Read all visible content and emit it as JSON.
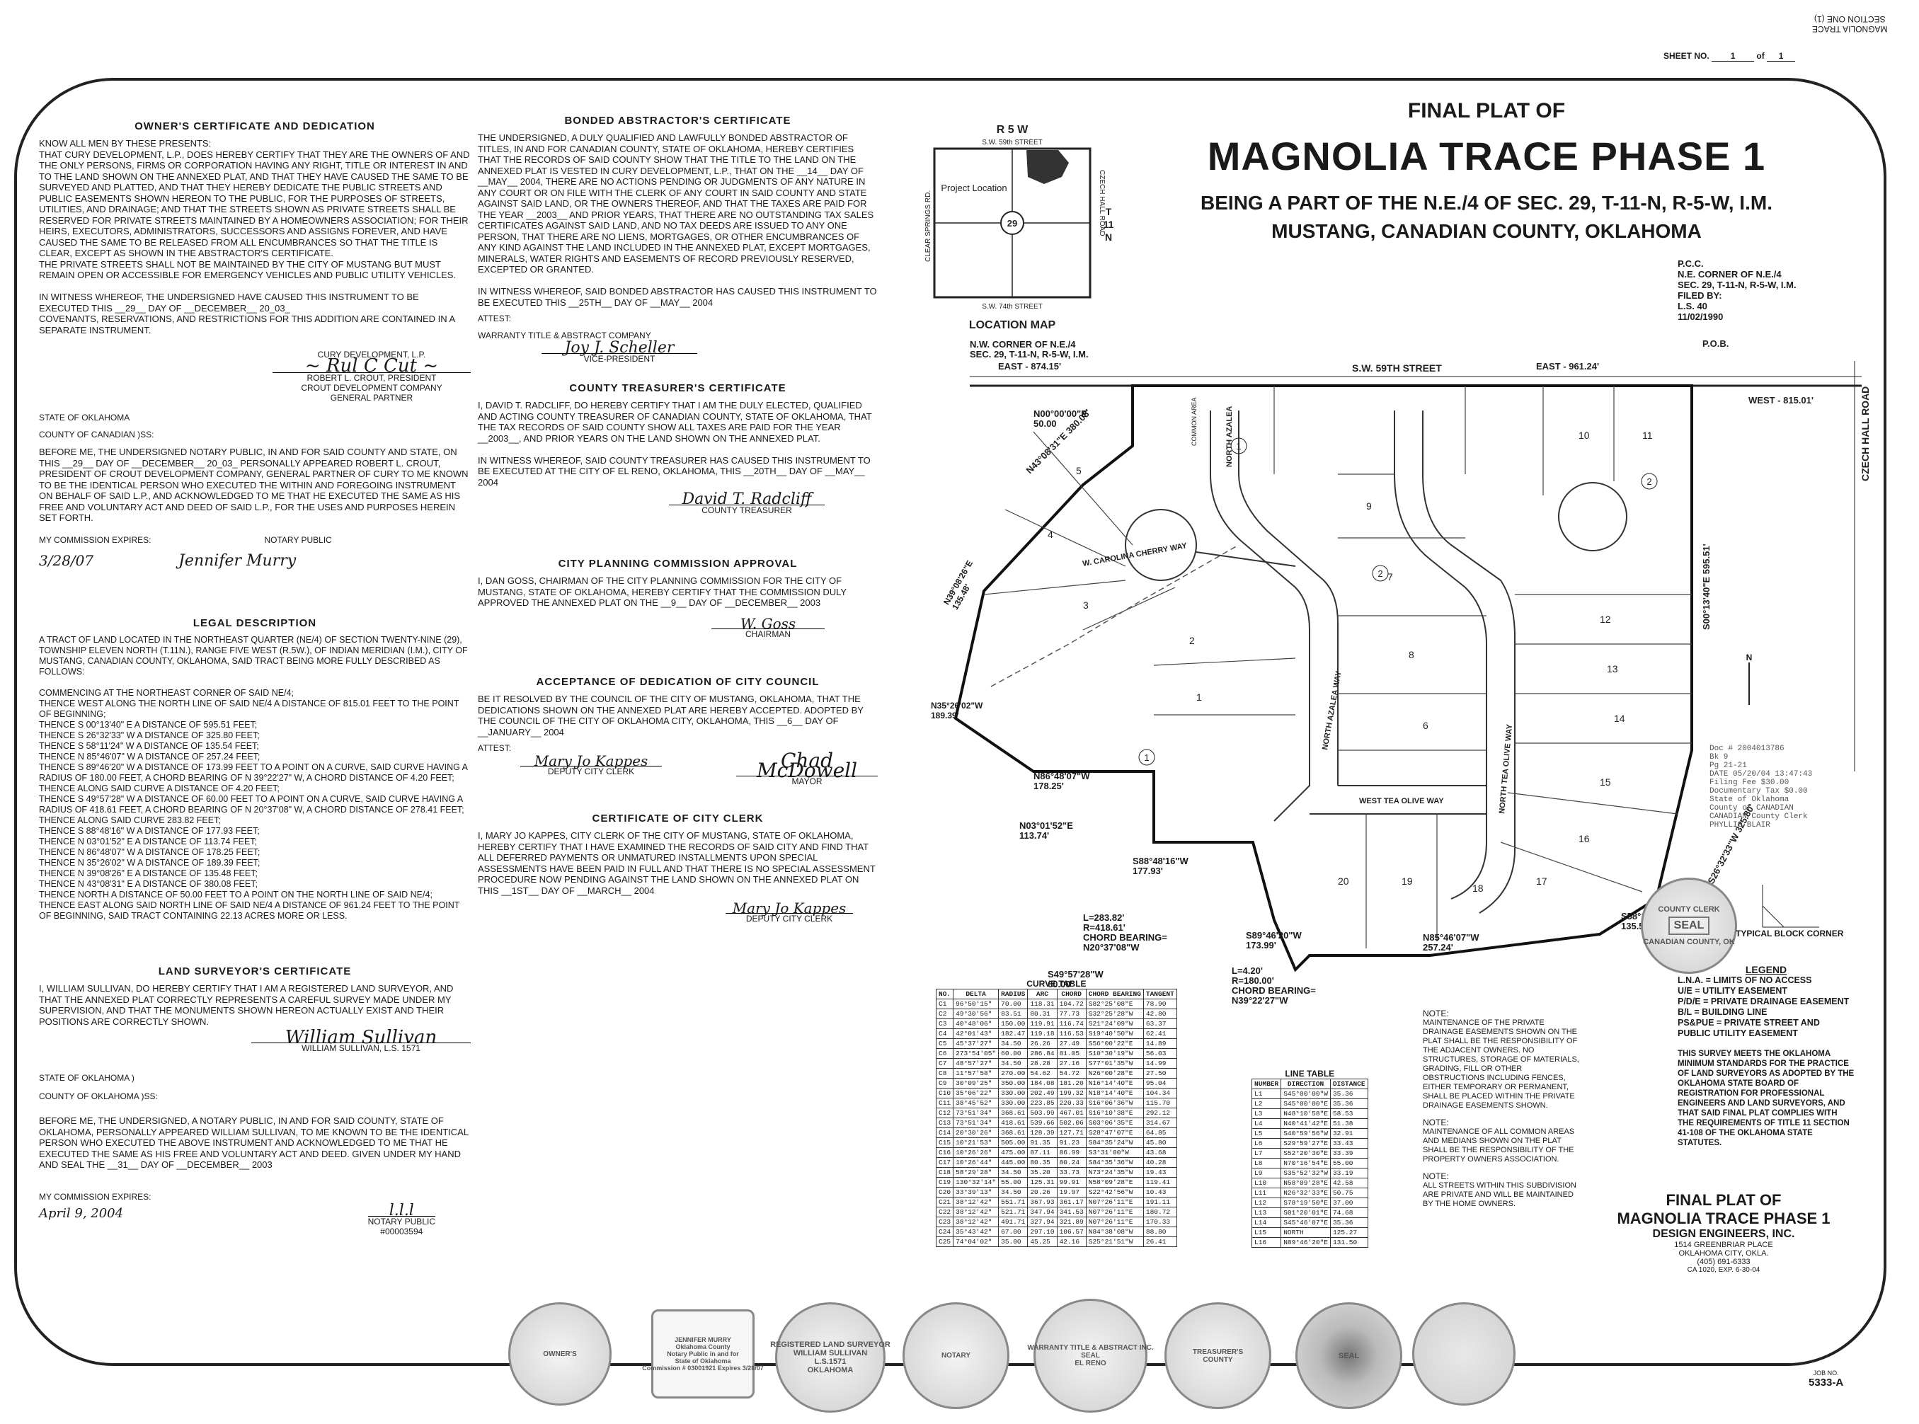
{
  "top_right": {
    "mirror_line1": "MAGNOLIA TRACE",
    "mirror_line2": "SECTION ONE (1)",
    "sheet_label": "SHEET NO.",
    "sheet_no": "1",
    "of_label": "of",
    "sheet_total": "1"
  },
  "title": {
    "final_plat_of": "FINAL PLAT OF",
    "name": "MAGNOLIA TRACE PHASE 1",
    "line1": "BEING A PART OF THE N.E./4 OF SEC. 29, T-11-N, R-5-W, I.M.",
    "line2": "MUSTANG, CANADIAN COUNTY, OKLAHOMA"
  },
  "owner": {
    "title": "OWNER'S CERTIFICATE AND DEDICATION",
    "text": "KNOW ALL MEN BY THESE PRESENTS:\nTHAT CURY DEVELOPMENT, L.P., DOES HEREBY CERTIFY THAT THEY ARE THE OWNERS OF AND THE ONLY PERSONS, FIRMS OR CORPORATION HAVING ANY RIGHT, TITLE OR INTEREST IN AND TO THE LAND SHOWN ON THE ANNEXED PLAT, AND THAT THEY HAVE CAUSED THE SAME TO BE SURVEYED AND PLATTED, AND THAT THEY HEREBY DEDICATE THE PUBLIC STREETS AND PUBLIC EASEMENTS SHOWN HEREON TO THE PUBLIC, FOR THE PURPOSES OF STREETS, UTILITIES, AND DRAINAGE; AND THAT THE STREETS SHOWN AS PRIVATE STREETS SHALL BE RESERVED FOR PRIVATE STREETS MAINTAINED BY A HOMEOWNERS ASSOCIATION; FOR THEIR HEIRS, EXECUTORS, ADMINISTRATORS, SUCCESSORS AND ASSIGNS FOREVER, AND HAVE CAUSED THE SAME TO BE RELEASED FROM ALL ENCUMBRANCES SO THAT THE TITLE IS CLEAR, EXCEPT AS SHOWN IN THE ABSTRACTOR'S CERTIFICATE.\nTHE PRIVATE STREETS SHALL NOT BE MAINTAINED BY THE CITY OF MUSTANG BUT MUST REMAIN OPEN OR ACCESSIBLE FOR EMERGENCY VEHICLES AND PUBLIC UTILITY VEHICLES.\n\nIN WITNESS WHEREOF, THE UNDERSIGNED HAVE CAUSED THIS INSTRUMENT TO BE EXECUTED THIS __29__ DAY OF __December__ 20_03_\nCOVENANTS, RESERVATIONS, AND RESTRICTIONS FOR THIS ADDITION ARE CONTAINED IN A SEPARATE INSTRUMENT.",
    "company": "CURY DEVELOPMENT, L.P.",
    "signer": "ROBERT L. CROUT, PRESIDENT",
    "signer2": "CROUT DEVELOPMENT COMPANY",
    "signer3": "GENERAL PARTNER",
    "state": "STATE OF OKLAHOMA",
    "county": "COUNTY OF  Canadian  )SS:",
    "notary_text": "BEFORE ME, THE UNDERSIGNED NOTARY PUBLIC, IN AND FOR SAID COUNTY AND STATE, ON THIS __29__ DAY OF __December__ 20_03_ PERSONALLY APPEARED ROBERT L. CROUT, PRESIDENT OF CROUT DEVELOPMENT COMPANY, GENERAL PARTNER of Cury TO ME KNOWN TO BE THE IDENTICAL PERSON WHO EXECUTED THE WITHIN AND FOREGOING INSTRUMENT ON BEHALF OF SAID L.P., AND ACKNOWLEDGED TO ME THAT HE EXECUTED THE SAME AS HIS FREE AND VOLUNTARY ACT AND DEED OF SAID L.P., FOR THE USES AND PURPOSES HEREIN SET FORTH.",
    "commission_label": "MY COMMISSION EXPIRES:",
    "notary_label": "NOTARY PUBLIC",
    "commission_date": "3/28/07"
  },
  "legal": {
    "title": "LEGAL DESCRIPTION",
    "text": "A TRACT OF LAND LOCATED IN THE NORTHEAST QUARTER (NE/4) OF SECTION TWENTY-NINE (29), TOWNSHIP ELEVEN NORTH (T.11N.), RANGE FIVE WEST (R.5W.), OF INDIAN MERIDIAN (I.M.), CITY OF MUSTANG, CANADIAN COUNTY, OKLAHOMA, SAID TRACT BEING MORE FULLY DESCRIBED AS FOLLOWS:\n\nCOMMENCING AT THE NORTHEAST CORNER OF SAID NE/4;\nTHENCE WEST ALONG THE NORTH LINE OF SAID NE/4 A DISTANCE OF 815.01 FEET TO THE POINT OF BEGINNING;\nTHENCE S 00°13'40\" E A DISTANCE OF 595.51 FEET;\nTHENCE S 26°32'33\" W A DISTANCE OF 325.80 FEET;\nTHENCE S 58°11'24\" W A DISTANCE OF 135.54 FEET;\nTHENCE N 85°46'07\" W A DISTANCE OF 257.24 FEET;\nTHENCE S 89°46'20\" W A DISTANCE OF 173.99 FEET TO A POINT ON A CURVE, SAID CURVE HAVING A RADIUS OF 180.00 FEET, A CHORD BEARING OF N 39°22'27\" W, A CHORD DISTANCE OF 4.20 FEET;\nTHENCE ALONG SAID CURVE A DISTANCE OF 4.20 FEET;\nTHENCE S 49°57'28\" W A DISTANCE OF 60.00 FEET TO A POINT ON A CURVE, SAID CURVE HAVING A RADIUS OF 418.61 FEET, A CHORD BEARING OF N 20°37'08\" W, A CHORD DISTANCE OF 278.41 FEET;\nTHENCE ALONG SAID CURVE 283.82 FEET;\nTHENCE S 88°48'16\" W A DISTANCE OF 177.93 FEET;\nTHENCE N 03°01'52\" E A DISTANCE OF 113.74 FEET;\nTHENCE N 86°48'07\" W A DISTANCE OF 178.25 FEET;\nTHENCE N 35°26'02\" W A DISTANCE OF 189.39 FEET;\nTHENCE N 39°08'26\" E A DISTANCE OF 135.48 FEET;\nTHENCE N 43°08'31\" E A DISTANCE OF 380.08 FEET;\nTHENCE NORTH A DISTANCE OF 50.00 FEET TO A POINT ON THE NORTH LINE OF SAID NE/4;\nTHENCE EAST ALONG SAID NORTH LINE OF SAID NE/4 A DISTANCE OF 961.24 FEET TO THE POINT OF BEGINNING, SAID TRACT CONTAINING 22.13 ACRES MORE OR LESS."
  },
  "surveyor": {
    "title": "LAND SURVEYOR'S CERTIFICATE",
    "text": "I, WILLIAM SULLIVAN, DO HEREBY CERTIFY THAT I AM A REGISTERED LAND SURVEYOR, AND THAT THE ANNEXED PLAT CORRECTLY REPRESENTS A CAREFUL SURVEY MADE UNDER MY SUPERVISION, AND THAT THE MONUMENTS SHOWN HEREON ACTUALLY EXIST AND THEIR POSITIONS ARE CORRECTLY SHOWN.",
    "signer": "WILLIAM SULLIVAN, L.S. 1571",
    "state": "STATE OF OKLAHOMA          )",
    "county": "COUNTY OF OKLAHOMA         )SS:",
    "notary_text": "BEFORE ME, THE UNDERSIGNED, A NOTARY PUBLIC, IN AND FOR SAID COUNTY, STATE OF OKLAHOMA, PERSONALLY APPEARED WILLIAM SULLIVAN, TO ME KNOWN TO BE THE IDENTICAL PERSON WHO EXECUTED THE ABOVE INSTRUMENT AND ACKNOWLEDGED TO ME THAT HE EXECUTED THE SAME AS HIS FREE AND VOLUNTARY ACT AND DEED. GIVEN UNDER MY HAND AND SEAL THE __31__ DAY OF __December__ 2003",
    "commission_label": "MY COMMISSION EXPIRES:",
    "commission_date": "April 9, 2004",
    "notary_label": "NOTARY PUBLIC",
    "notary_no": "#00003594"
  },
  "abstractor": {
    "title": "BONDED ABSTRACTOR'S CERTIFICATE",
    "text": "THE UNDERSIGNED, A DULY QUALIFIED AND LAWFULLY BONDED ABSTRACTOR OF TITLES, IN AND FOR CANADIAN COUNTY, STATE OF OKLAHOMA, HEREBY CERTIFIES THAT THE RECORDS OF SAID COUNTY SHOW THAT THE TITLE TO THE LAND ON THE ANNEXED PLAT IS VESTED IN CURY DEVELOPMENT, L.P., THAT ON THE __14__ DAY OF __May__ 2004, THERE ARE NO ACTIONS PENDING OR JUDGMENTS OF ANY NATURE IN ANY COURT OR ON FILE WITH THE CLERK OF ANY COURT IN SAID COUNTY AND STATE AGAINST SAID LAND, OR THE OWNERS THEREOF, AND THAT THE TAXES ARE PAID FOR THE YEAR __2003__ AND PRIOR YEARS, THAT THERE ARE NO OUTSTANDING TAX SALES CERTIFICATES AGAINST SAID LAND, AND NO TAX DEEDS ARE ISSUED TO ANY ONE PERSON, THAT THERE ARE NO LIENS, MORTGAGES, OR OTHER ENCUMBRANCES OF ANY KIND AGAINST THE LAND INCLUDED IN THE ANNEXED PLAT, EXCEPT MORTGAGES, MINERALS, WATER RIGHTS AND EASEMENTS OF RECORD PREVIOUSLY RESERVED, EXCEPTED OR GRANTED.\n\nIN WITNESS WHEREOF, SAID BONDED ABSTRACTOR HAS CAUSED THIS INSTRUMENT TO BE EXECUTED THIS __25th__ DAY OF __May__ 2004",
    "attest": "ATTEST:",
    "company": "WARRANTY TITLE & ABSTRACT COMPANY",
    "signer": "VICE-PRESIDENT"
  },
  "treasurer": {
    "title": "COUNTY TREASURER'S CERTIFICATE",
    "text": "I, David T. Radcliff, DO HEREBY CERTIFY THAT I AM THE DULY ELECTED, QUALIFIED AND ACTING COUNTY TREASURER OF CANADIAN COUNTY, STATE OF OKLAHOMA, THAT THE TAX RECORDS OF SAID COUNTY SHOW ALL TAXES ARE PAID FOR THE YEAR __2003__, AND PRIOR YEARS ON THE LAND SHOWN ON THE ANNEXED PLAT.\n\nIN WITNESS WHEREOF, SAID COUNTY TREASURER HAS CAUSED THIS INSTRUMENT TO BE EXECUTED AT THE CITY OF EL RENO, OKLAHOMA, THIS __20th__ DAY OF __May__ 2004",
    "signer": "COUNTY TREASURER"
  },
  "planning": {
    "title": "CITY PLANNING COMMISSION APPROVAL",
    "text": "I, Dan Goss, CHAIRMAN OF THE CITY PLANNING COMMISSION FOR THE CITY OF MUSTANG, STATE OF OKLAHOMA, HEREBY CERTIFY THAT THE COMMISSION DULY APPROVED THE ANNEXED PLAT ON THE __9__ DAY OF __December__ 2003",
    "signer": "CHAIRMAN"
  },
  "council": {
    "title": "ACCEPTANCE OF DEDICATION OF CITY COUNCIL",
    "text": "BE IT RESOLVED BY THE COUNCIL OF THE CITY OF MUSTANG, OKLAHOMA, THAT THE DEDICATIONS SHOWN ON THE ANNEXED PLAT ARE HEREBY ACCEPTED. ADOPTED BY THE COUNCIL OF THE CITY OF OKLAHOMA CITY, OKLAHOMA, THIS __6__ DAY OF __January__ 2004",
    "attest": "ATTEST:",
    "clerk": "Deputy CITY CLERK",
    "mayor": "MAYOR"
  },
  "clerk": {
    "title": "CERTIFICATE OF CITY CLERK",
    "text": "I, Mary Jo Kappes, CITY CLERK OF THE CITY OF MUSTANG, STATE OF OKLAHOMA, HEREBY CERTIFY THAT I HAVE EXAMINED THE RECORDS OF SAID CITY AND FIND THAT ALL DEFERRED PAYMENTS OR UNMATURED INSTALLMENTS UPON SPECIAL ASSESSMENTS HAVE BEEN PAID IN FULL AND THAT THERE IS NO SPECIAL ASSESSMENT PROCEDURE NOW PENDING AGAINST THE LAND SHOWN ON THE ANNEXED PLAT ON THIS __1st__ DAY OF __March__ 2004",
    "signer": "Deputy CITY CLERK"
  },
  "location_map": {
    "range": "R 5 W",
    "top_street": "S.W. 59th STREET",
    "bottom_street": "S.W. 74th STREET",
    "left_road": "CLEAR SPRINGS RD.",
    "right_road": "CZECH HALL ROAD",
    "township": "T 11 N",
    "project": "Project Location",
    "section": "29",
    "caption": "LOCATION MAP"
  },
  "plat": {
    "nw_corner": "N.W. CORNER OF N.E./4\nSEC. 29, T-11-N, R-5-W, I.M.",
    "ne_corner": "P.C.C.\nN.E. CORNER OF N.E./4\nSEC. 29, T-11-N, R-5-W, I.M.\nFILED BY:\nL.S. 40\n11/02/1990",
    "pob": "P.O.B.",
    "east_874": "EAST - 874.15'",
    "east_961": "EAST - 961.24'",
    "west_815": "WEST - 815.01'",
    "street_59": "S.W. 59TH STREET",
    "czech": "CZECH HALL ROAD",
    "n00": "N00°00'00\"E\n50.00",
    "n43": "N43°08'31\"E 380.08'",
    "n39": "N39°08'26\"E\n135.48'",
    "n35": "N35°26'02\"W\n189.39'",
    "n86": "N86°48'07\"W\n178.25'",
    "n03": "N03°01'52\"E\n113.74'",
    "s88": "S88°48'16\"W\n177.93'",
    "curve1": "L=283.82'\nR=418.61'\nCHORD BEARING=\nN20°37'08\"W",
    "s49": "S49°57'28\"W\n60.00'",
    "curve2": "L=4.20'\nR=180.00'\nCHORD BEARING=\nN39°22'27\"W",
    "s89": "S89°46'20\"W\n173.99'",
    "n85": "N85°46'07\"W\n257.24'",
    "s58": "S58°11'24\"W\n135.54'",
    "s26": "S26°32'33\"W 325.80'",
    "s00": "S00°13'40\"E 595.51'",
    "street_carolina": "W. CAROLINA CHERRY WAY",
    "street_azalea": "NORTH AZALEA WAY",
    "street_azalea_n": "NORTH AZALEA",
    "street_tea_olive": "NORTH TEA OLIVE WAY",
    "street_west_tea": "WEST TEA OLIVE WAY",
    "common_area": "COMMON AREA",
    "block_corner": "TYPICAL BLOCK CORNER",
    "lots": [
      "1",
      "2",
      "3",
      "4",
      "5",
      "6",
      "7",
      "8",
      "9",
      "10",
      "11",
      "12",
      "13",
      "14",
      "15",
      "16",
      "17",
      "18",
      "19",
      "20"
    ]
  },
  "recording": {
    "text": "Doc # 2004013786\nBk 9\nPg 21-21\nDATE 05/20/04 13:47:43\nFiling Fee $30.00\nDocumentary Tax $0.00\nState of Oklahoma\nCounty of CANADIAN\nCANADIAN County Clerk\nPHYLLIS BLAIR"
  },
  "county_seal": {
    "top": "COUNTY CLERK",
    "middle": "SEAL",
    "bottom": "CANADIAN COUNTY, OK"
  },
  "curve_table": {
    "title": "CURVE TABLE",
    "headers": [
      "NO.",
      "DELTA",
      "RADIUS",
      "ARC",
      "CHORD",
      "CHORD BEARING",
      "TANGENT"
    ],
    "rows": [
      [
        "C1",
        "96°50'15\"",
        "70.00",
        "118.31",
        "104.72",
        "S82°25'08\"E",
        "78.90"
      ],
      [
        "C2",
        "49°30'56\"",
        "83.51",
        "80.31",
        "77.73",
        "S32°25'28\"W",
        "42.80"
      ],
      [
        "C3",
        "40°48'06\"",
        "150.00",
        "119.91",
        "116.74",
        "S21°24'09\"W",
        "63.37"
      ],
      [
        "C4",
        "42°01'43\"",
        "182.47",
        "119.18",
        "116.53",
        "S19°40'50\"W",
        "62.41"
      ],
      [
        "C5",
        "45°37'27\"",
        "34.50",
        "26.26",
        "27.49",
        "S56°00'22\"E",
        "14.89"
      ],
      [
        "C6",
        "273°54'05\"",
        "60.00",
        "286.84",
        "81.05",
        "S10°30'19\"W",
        "56.03"
      ],
      [
        "C7",
        "48°57'27\"",
        "34.50",
        "28.28",
        "27.16",
        "S77°01'35\"W",
        "14.99"
      ],
      [
        "C8",
        "11°57'58\"",
        "270.00",
        "54.62",
        "54.72",
        "N26°00'28\"E",
        "27.50"
      ],
      [
        "C9",
        "30°09'25\"",
        "350.00",
        "184.08",
        "181.20",
        "N16°14'40\"E",
        "95.04"
      ],
      [
        "C10",
        "35°06'22\"",
        "330.00",
        "202.49",
        "199.32",
        "N18°14'40\"E",
        "104.34"
      ],
      [
        "C11",
        "38°45'52\"",
        "330.00",
        "223.85",
        "220.33",
        "S16°06'36\"W",
        "115.70"
      ],
      [
        "C12",
        "73°51'34\"",
        "368.61",
        "503.99",
        "467.01",
        "S16°10'38\"E",
        "292.12"
      ],
      [
        "C13",
        "73°51'34\"",
        "418.61",
        "539.66",
        "502.06",
        "S03°06'35\"E",
        "314.67"
      ],
      [
        "C14",
        "20°30'26\"",
        "368.61",
        "128.39",
        "127.71",
        "S28°47'07\"E",
        "64.85"
      ],
      [
        "C15",
        "10°21'53\"",
        "505.00",
        "91.35",
        "91.23",
        "S84°35'24\"W",
        "45.80"
      ],
      [
        "C16",
        "10°26'26\"",
        "475.00",
        "87.11",
        "86.99",
        "S3°31'00\"W",
        "43.68"
      ],
      [
        "C17",
        "10°26'44\"",
        "445.00",
        "80.35",
        "80.24",
        "S84°35'36\"W",
        "40.28"
      ],
      [
        "C18",
        "58°29'28\"",
        "34.50",
        "35.20",
        "33.73",
        "N73°24'35\"W",
        "19.43"
      ],
      [
        "C19",
        "130°32'14\"",
        "55.00",
        "125.31",
        "99.91",
        "N58°09'28\"E",
        "119.41"
      ],
      [
        "C20",
        "33°39'13\"",
        "34.50",
        "20.26",
        "19.97",
        "S22°42'56\"W",
        "10.43"
      ],
      [
        "C21",
        "38°12'42\"",
        "551.71",
        "367.93",
        "361.17",
        "N07°26'11\"E",
        "191.11"
      ],
      [
        "C22",
        "38°12'42\"",
        "521.71",
        "347.94",
        "341.53",
        "N07°26'11\"E",
        "180.72"
      ],
      [
        "C23",
        "38°12'42\"",
        "491.71",
        "327.94",
        "321.89",
        "N07°26'11\"E",
        "170.33"
      ],
      [
        "C24",
        "35°43'42\"",
        "67.00",
        "297.10",
        "106.57",
        "N84°38'08\"W",
        "88.80"
      ],
      [
        "C25",
        "74°04'02\"",
        "35.00",
        "45.25",
        "42.16",
        "S25°21'51\"W",
        "26.41"
      ]
    ]
  },
  "line_table": {
    "title": "LINE TABLE",
    "headers": [
      "NUMBER",
      "DIRECTION",
      "DISTANCE"
    ],
    "rows": [
      [
        "L1",
        "S45°00'00\"W",
        "35.36"
      ],
      [
        "L2",
        "S45°00'00\"E",
        "35.36"
      ],
      [
        "L3",
        "N48°10'58\"E",
        "58.53"
      ],
      [
        "L4",
        "N40°41'42\"E",
        "51.38"
      ],
      [
        "L5",
        "S40°59'56\"W",
        "32.91"
      ],
      [
        "L6",
        "S29°59'27\"E",
        "33.43"
      ],
      [
        "L7",
        "S52°20'30\"E",
        "33.39"
      ],
      [
        "L8",
        "N70°16'54\"E",
        "55.00"
      ],
      [
        "L9",
        "S35°52'32\"W",
        "33.19"
      ],
      [
        "L10",
        "N58°09'28\"E",
        "42.58"
      ],
      [
        "L11",
        "N26°32'33\"E",
        "50.75"
      ],
      [
        "L12",
        "S78°19'50\"E",
        "37.00"
      ],
      [
        "L13",
        "S01°20'01\"E",
        "74.68"
      ],
      [
        "L14",
        "S45°46'07\"E",
        "35.36"
      ],
      [
        "L15",
        "NORTH",
        "125.27"
      ],
      [
        "L16",
        "N89°46'20\"E",
        "131.50"
      ]
    ]
  },
  "notes": {
    "note1_label": "NOTE:",
    "note1": "MAINTENANCE OF THE PRIVATE DRAINAGE EASEMENTS SHOWN ON THE PLAT SHALL BE THE RESPONSIBILITY OF THE ADJACENT OWNERS. NO STRUCTURES, STORAGE OF MATERIALS, GRADING, FILL OR OTHER OBSTRUCTIONS INCLUDING FENCES, EITHER TEMPORARY OR PERMANENT, SHALL BE PLACED WITHIN THE PRIVATE DRAINAGE EASEMENTS SHOWN.",
    "note2_label": "NOTE:",
    "note2": "MAINTENANCE OF ALL COMMON AREAS AND MEDIANS SHOWN ON THE PLAT SHALL BE THE RESPONSIBILITY OF THE PROPERTY OWNERS ASSOCIATION.",
    "note3_label": "NOTE:",
    "note3": "ALL STREETS WITHIN THIS SUBDIVISION ARE PRIVATE AND WILL BE MAINTAINED BY THE HOME OWNERS."
  },
  "legend": {
    "title": "LEGEND",
    "items": [
      "L.N.A. = LIMITS OF NO ACCESS",
      "U/E = UTILITY EASEMENT",
      "P/D/E = PRIVATE DRAINAGE EASEMENT",
      "B/L = BUILDING LINE",
      "PS&PUE = PRIVATE STREET AND PUBLIC UTILITY EASEMENT"
    ],
    "standards": "THIS SURVEY MEETS THE OKLAHOMA MINIMUM STANDARDS FOR THE PRACTICE OF LAND SURVEYORS AS ADOPTED BY THE OKLAHOMA STATE BOARD OF REGISTRATION FOR PROFESSIONAL ENGINEERS AND LAND SURVEYORS, AND THAT SAID FINAL PLAT COMPLIES WITH THE REQUIREMENTS OF TITLE 11 SECTION 41-108 OF THE OKLAHOMA STATE STATUTES."
  },
  "title_block": {
    "line1": "FINAL PLAT OF",
    "line2": "MAGNOLIA TRACE PHASE 1",
    "firm": "DESIGN ENGINEERS, INC.",
    "address1": "1514 GREENBRIAR PLACE",
    "address2": "OKLAHOMA CITY, OKLA.",
    "phone": "(405) 691-6333",
    "ca": "CA 1020, EXP. 6-30-04",
    "job_label": "JOB NO.",
    "job_no": "5333-A"
  },
  "seals": [
    {
      "text": "OWNER'S"
    },
    {
      "text": "JENNIFER MURRY\nOklahoma County\nNotary Public in and for\nState of Oklahoma\nCommission # 03001921 Expires 3/28/07"
    },
    {
      "text": "REGISTERED LAND SURVEYOR\nWILLIAM SULLIVAN\nL.S.1571\nOKLAHOMA"
    },
    {
      "text": "NOTARY"
    },
    {
      "text": "WARRANTY TITLE & ABSTRACT INC.\nSEAL\nEL RENO"
    },
    {
      "text": "TREASURER'S\nCOUNTY"
    },
    {
      "text": "SEAL"
    }
  ],
  "north_arrow": "N"
}
